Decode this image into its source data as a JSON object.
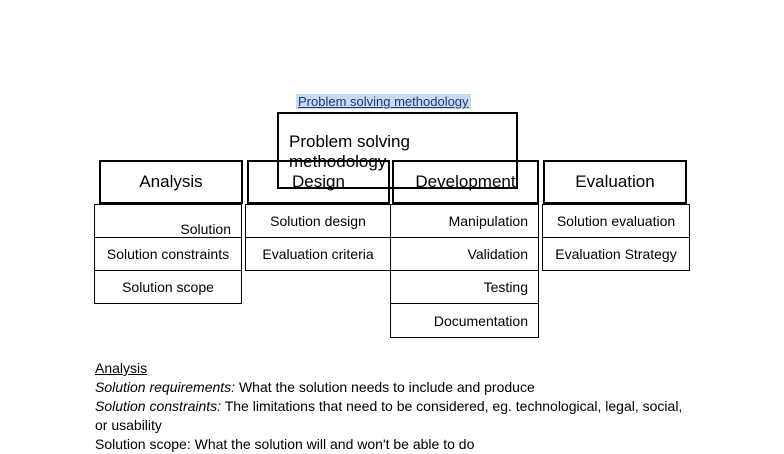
{
  "link_text": "Problem solving methodology",
  "overlay_title": "Problem solving methodology",
  "headers": {
    "analysis": "Analysis",
    "design": "Design",
    "development": "Development",
    "evaluation": "Evaluation"
  },
  "analysis_items": [
    "Solution requirements",
    "Solution constraints",
    "Solution scope"
  ],
  "design_items": [
    "Solution design",
    "Evaluation criteria"
  ],
  "development_items": [
    "Manipulation",
    "Validation",
    "Testing",
    "Documentation"
  ],
  "evaluation_items": [
    "Solution evaluation",
    "Evaluation Strategy"
  ],
  "notes": {
    "heading": "Analysis",
    "line1_label": "Solution requirements:",
    "line1_text": " What the solution needs to include and produce",
    "line2_label": "Solution constraints:",
    "line2_text": " The limitations that need to be considered, eg. technological, legal, social, or usability",
    "line3_partial": "Solution scope: What the solution will and won't be able to do"
  }
}
